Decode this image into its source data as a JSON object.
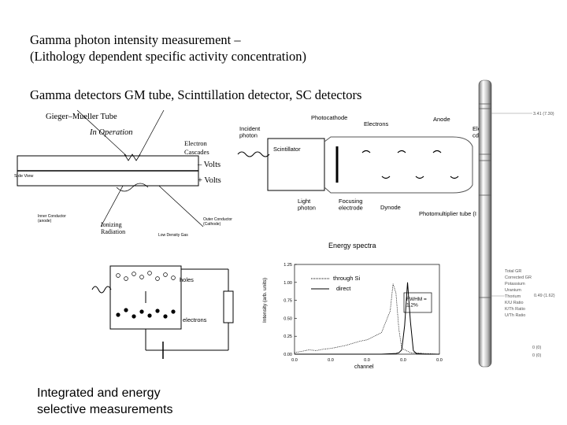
{
  "slide": {
    "title": "Gamma photon intensity measurement –\n(Lithology dependent specific activity concentration)",
    "subtitle": "Gamma detectors  GM tube, Scinttillation detector,  SC detectors",
    "caption": "Integrated and energy\nselective measurements"
  },
  "gm_tube": {
    "title": "Gieger–Mueller Tube",
    "subtitle": "In Operation",
    "electron_label": "Electron",
    "cascades_label": "Cascades",
    "minus_volts": "– Volts",
    "plus_volts": "+ Volts",
    "side_view": "Side View",
    "inner_conductor": "Inner Conductor\n(anode)",
    "ionizing_radiation": "Ionizing\nRadiation",
    "low_density_gas": "Low Density Gas",
    "outer_conductor": "Outer Conductor\n(Cathode)"
  },
  "pmt": {
    "incident_photon": "Incident\nphoton",
    "photocathode": "Photocathode",
    "electrons": "Electrons",
    "anode": "Anode",
    "cut_label": "Ele\ncd",
    "scintillator": "Scintillator",
    "light_photon": "Light\nphoton",
    "focusing_electrode": "Focusing\nelectrode",
    "dynode": "Dynode",
    "pmt_label": "Photomultiplier tube (I"
  },
  "sc_detector": {
    "holes_label": "holes",
    "electrons_label": "electrons"
  },
  "spectrum": {
    "title": "Energy spectra",
    "ylabel": "Intensity (arb. units)",
    "xlabel": "channel",
    "fwhm": "FWHM =\n1.2%",
    "legend": [
      "through Si",
      "direct"
    ]
  },
  "log_tool": {
    "top_right": [
      "3.41  (7.30)"
    ],
    "mid_labels": [
      "Total GR",
      "Corrected GR",
      "Potassium",
      "Uranium",
      "Thorium",
      "K/U Ratio",
      "K/Th Ratio",
      "U/Th Ratio"
    ],
    "mid_value": "0.49  (1.62)",
    "bottom_labels": [
      "0  (0)",
      "0  (0)"
    ]
  },
  "chart_data": {
    "type": "line",
    "title": "Energy spectra",
    "xlabel": "channel",
    "ylabel": "Intensity (arb. units)",
    "yticks": [
      "0.00",
      "0.25",
      "0.50",
      "0.75",
      "1.00",
      "1.25"
    ],
    "xticks": [
      "0.0",
      "0.0",
      "0.0",
      "0.0",
      "0.0"
    ],
    "ylim": [
      0,
      1.25
    ],
    "xlim": [
      0,
      1
    ],
    "series": [
      {
        "name": "through Si",
        "style": "dotted",
        "x": [
          0.0,
          0.05,
          0.1,
          0.15,
          0.2,
          0.25,
          0.3,
          0.35,
          0.4,
          0.45,
          0.5,
          0.55,
          0.6,
          0.63,
          0.66,
          0.68,
          0.7,
          0.72,
          0.74,
          0.8,
          0.9,
          1.0
        ],
        "y": [
          0.02,
          0.04,
          0.06,
          0.05,
          0.07,
          0.08,
          0.1,
          0.12,
          0.15,
          0.18,
          0.2,
          0.25,
          0.3,
          0.45,
          0.6,
          0.98,
          0.85,
          0.35,
          0.08,
          0.02,
          0.01,
          0.0
        ]
      },
      {
        "name": "direct",
        "style": "solid",
        "x": [
          0.0,
          0.3,
          0.6,
          0.7,
          0.72,
          0.74,
          0.76,
          0.78,
          0.8,
          0.82,
          0.84,
          0.9,
          1.0
        ],
        "y": [
          0.0,
          0.0,
          0.0,
          0.01,
          0.02,
          0.06,
          0.4,
          1.0,
          0.45,
          0.05,
          0.01,
          0.0,
          0.0
        ]
      }
    ],
    "annotations": [
      "FWHM =\n1.2%"
    ],
    "legend_position": "top-right"
  }
}
